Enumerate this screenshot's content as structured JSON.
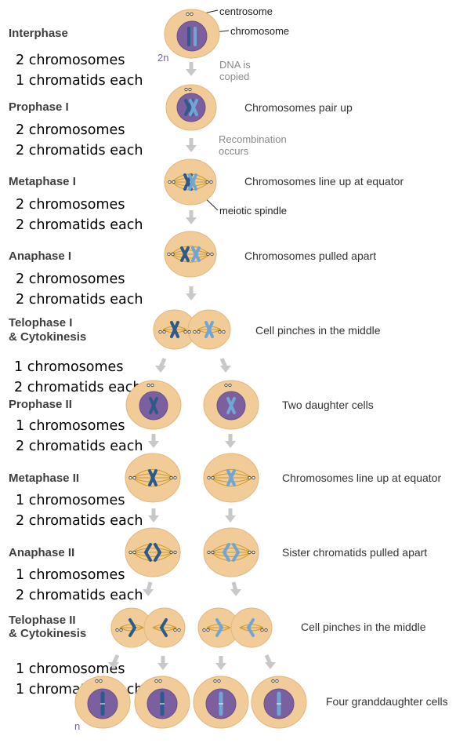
{
  "colors": {
    "cell": "#f1cc98",
    "cell_edge": "#e3b67c",
    "nucleus": "#7b5f9f",
    "nucleus_edge": "#67508a",
    "chrom_dark": "#2c5a8a",
    "chrom_light": "#6fa6d6",
    "spindle": "#cf9a2c",
    "arrow": "#c8c8c8"
  },
  "stages": [
    {
      "name": "Interphase"
    },
    {
      "name": "Prophase I"
    },
    {
      "name": "Metaphase I"
    },
    {
      "name": "Anaphase I"
    },
    {
      "name": "Telophase I",
      "name2": "& Cytokinesis"
    },
    {
      "name": "Prophase II"
    },
    {
      "name": "Metaphase II"
    },
    {
      "name": "Anaphase II"
    },
    {
      "name": "Telophase II",
      "name2": "& Cytokinesis"
    }
  ],
  "counts": [
    {
      "chromosomes": "2 chromosomes",
      "chromatids": "1 chromatids each"
    },
    {
      "chromosomes": "2 chromosomes",
      "chromatids": "2 chromatids each"
    },
    {
      "chromosomes": "2 chromosomes",
      "chromatids": "2 chromatids each"
    },
    {
      "chromosomes": "2 chromosomes",
      "chromatids": "2 chromatids each"
    },
    {
      "chromosomes": "1 chromosomes",
      "chromatids": "2 chromatids each"
    },
    {
      "chromosomes": "1 chromosomes",
      "chromatids": "2 chromatids each"
    },
    {
      "chromosomes": "1 chromosomes",
      "chromatids": "2 chromatids each"
    },
    {
      "chromosomes": "1 chromosomes",
      "chromatids": "2 chromatids each"
    },
    {
      "chromosomes": "1 chromosomes",
      "chromatids": "1 chromatids each"
    }
  ],
  "descriptions": [
    "Chromosomes pair up",
    "Chromosomes line up at equator",
    "Chromosomes pulled apart",
    "Cell pinches in the middle",
    "Two daughter cells",
    "Chromosomes line up at equator",
    "Sister chromatids pulled apart",
    "Cell pinches in the middle",
    "Four granddaughter cells"
  ],
  "notes": {
    "dna_1": "DNA is",
    "dna_2": "copied",
    "recomb_1": "Recombination",
    "recomb_2": "occurs"
  },
  "labels": {
    "centrosome": "centrosome",
    "chromosome": "chromosome",
    "spindle": "meiotic spindle",
    "diploid": "2n",
    "haploid": "n"
  }
}
